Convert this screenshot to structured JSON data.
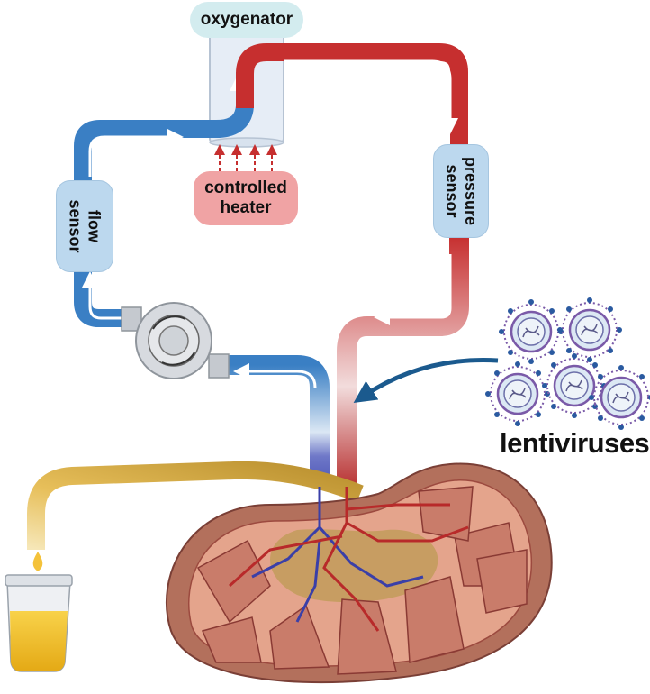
{
  "labels": {
    "oxygenator": "oxygenator",
    "heater_line1": "controlled",
    "heater_line2": "heater",
    "flow_line1": "flow",
    "flow_line2": "sensor",
    "pressure_line1": "pressure",
    "pressure_line2": "sensor",
    "lentiviruses": "lentiviruses"
  },
  "colors": {
    "arterial": "#c62f2f",
    "venous": "#3a7fc4",
    "urine": "#d9ab3c",
    "kidney_tissue": "#c98a72",
    "sensor_fill": "#bcd8ee",
    "heater_fill": "#f0a3a4",
    "oxygenator_label_fill": "#d3ecef",
    "virus_arrow": "#1b5a8e"
  },
  "icons": [
    "peristaltic-pump-icon",
    "urine-cup-icon",
    "lentivirus-particle-icon",
    "kidney-illustration"
  ]
}
